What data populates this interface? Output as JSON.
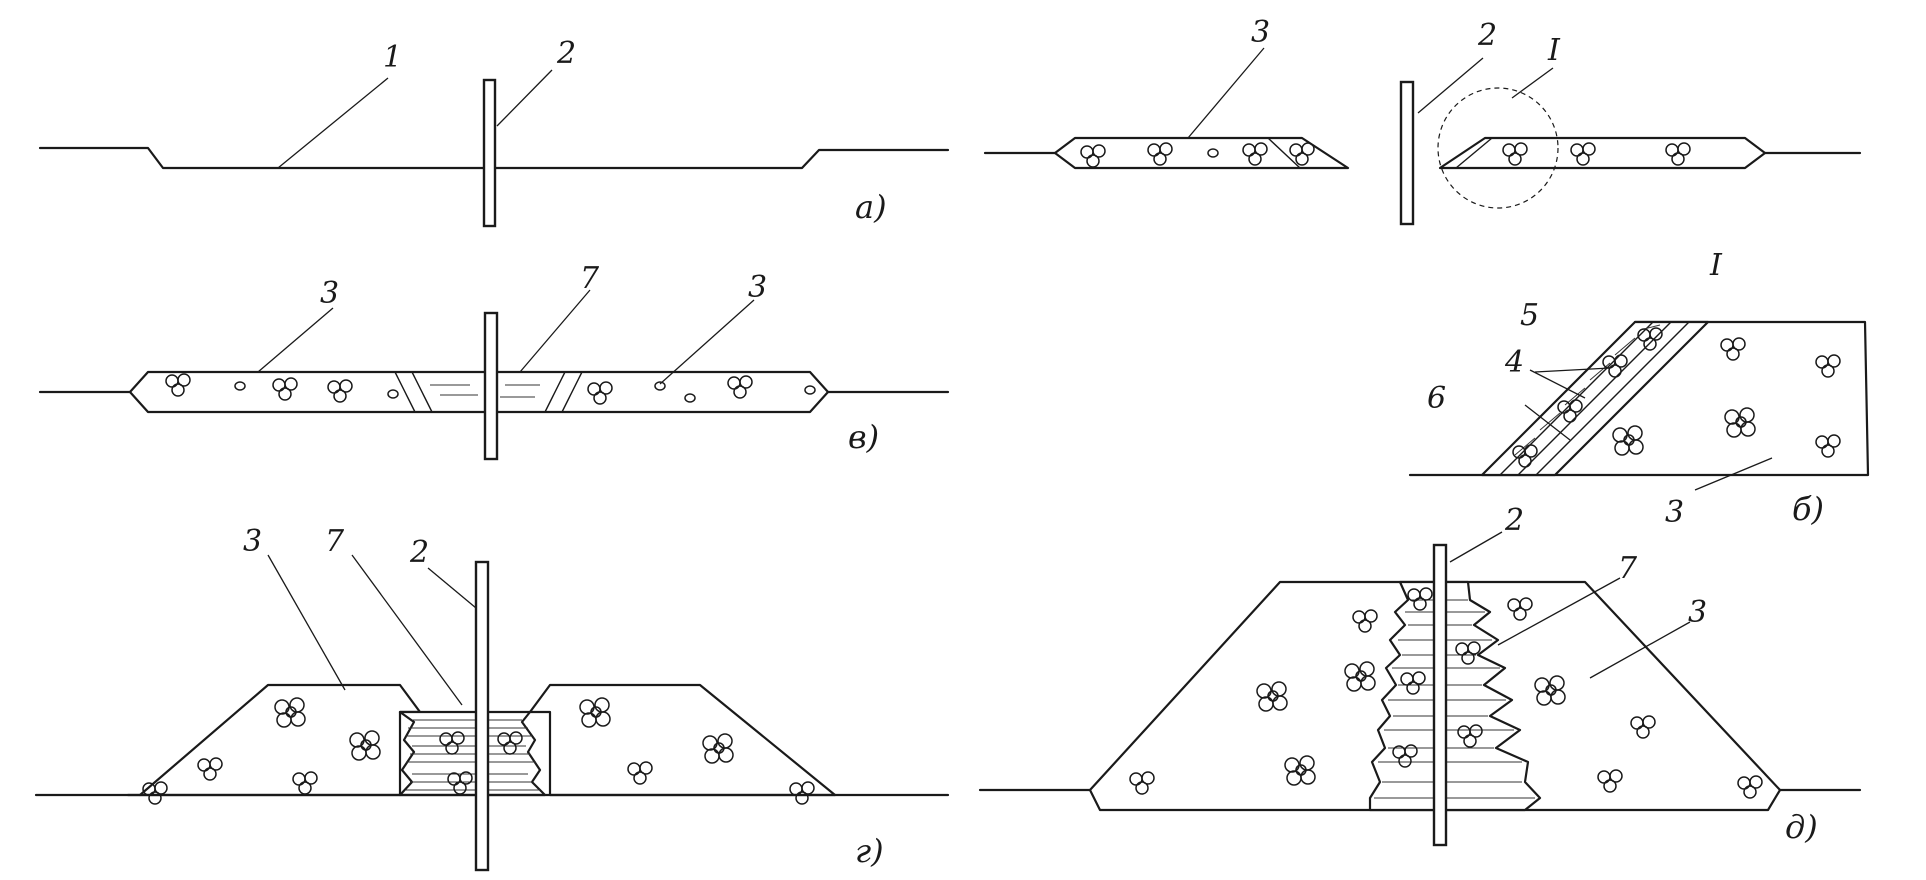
{
  "labels": {
    "l1": "1",
    "l2": "2",
    "l3": "3",
    "l4": "4",
    "l5": "5",
    "l6": "6",
    "l7": "7",
    "detail": "I"
  },
  "panels": {
    "a": "а)",
    "b": "б)",
    "v": "в)",
    "g": "г)",
    "d": "д)"
  },
  "icons": [
    "stone-cluster-icon"
  ]
}
